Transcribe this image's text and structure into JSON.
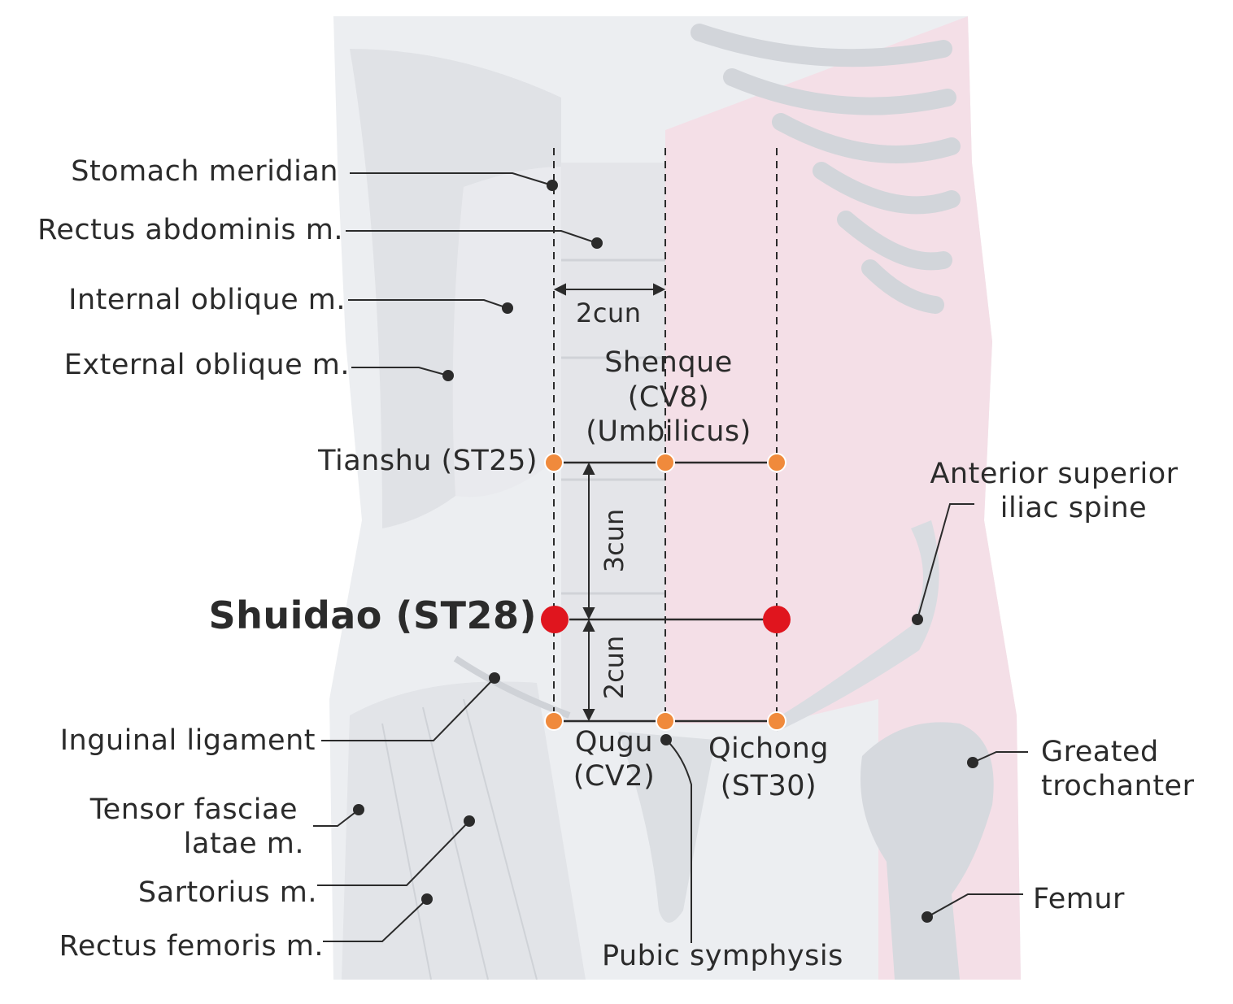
{
  "colors": {
    "background": "#ffffff",
    "skin_pink": "#f4dfe7",
    "muscle_gray": "#e3e4e8",
    "bone_gray": "#dadde2",
    "acupoint_orange": "#f08a3c",
    "acupoint_red": "#e0151e",
    "line_dark": "#2b2b2b"
  },
  "title_point": {
    "label": "Shuidao (ST28)"
  },
  "acupoints": {
    "tianshu": "Tianshu (ST25)",
    "shenque": [
      "Shenque",
      "(CV8)",
      "(Umbilicus)"
    ],
    "qugu": [
      "Qugu",
      "(CV2)"
    ],
    "qichong": [
      "Qichong",
      "(ST30)"
    ]
  },
  "measurements": {
    "horizontal": "2cun",
    "vertical_upper": "3cun",
    "vertical_lower": "2cun"
  },
  "left_labels": {
    "stomach_meridian": "Stomach meridian",
    "rectus_abdominis": "Rectus abdominis m.",
    "internal_oblique": "Internal oblique m.",
    "external_oblique": "External oblique m.",
    "inguinal_ligament": "Inguinal ligament",
    "tensor_fasciae": [
      "Tensor fasciae",
      "latae m."
    ],
    "sartorius": "Sartorius m.",
    "rectus_femoris": "Rectus femoris m."
  },
  "right_labels": {
    "asis": [
      "Anterior superior",
      "iliac spine"
    ],
    "greater_trochanter": [
      "Greated",
      "trochanter"
    ],
    "femur": "Femur"
  },
  "bottom_labels": {
    "pubic_symphysis": "Pubic symphysis"
  }
}
